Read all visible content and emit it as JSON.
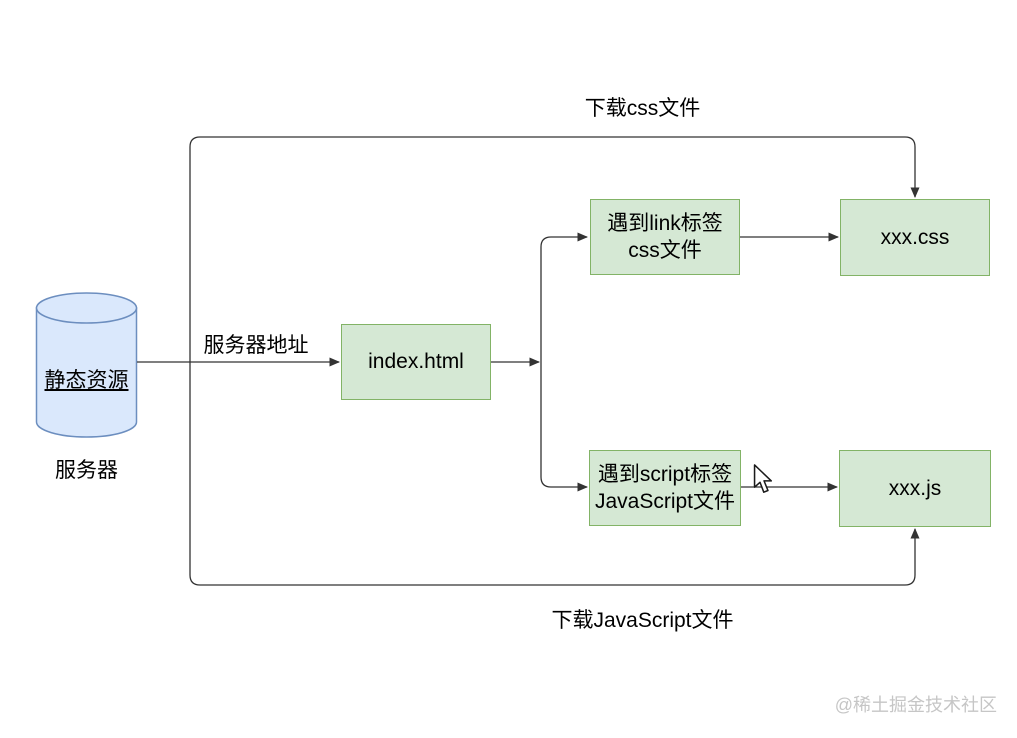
{
  "diagram": {
    "server": {
      "db_label": "静态资源",
      "caption": "服务器"
    },
    "nodes": {
      "index_html": "index.html",
      "link_tag": "遇到link标签\ncss文件",
      "script_tag": "遇到script标签\nJavaScript文件",
      "css_file": "xxx.css",
      "js_file": "xxx.js"
    },
    "edge_labels": {
      "server_address": "服务器地址",
      "download_css": "下载css文件",
      "download_js": "下载JavaScript文件"
    },
    "colors": {
      "node_fill": "#d5e8d4",
      "node_border": "#82b366",
      "cylinder_fill": "#dae8fc",
      "cylinder_border": "#6c8ebf",
      "line": "#333333",
      "watermark_text": "#c6c6c6"
    }
  },
  "watermark": {
    "text": "@稀土掘金技术社区"
  }
}
